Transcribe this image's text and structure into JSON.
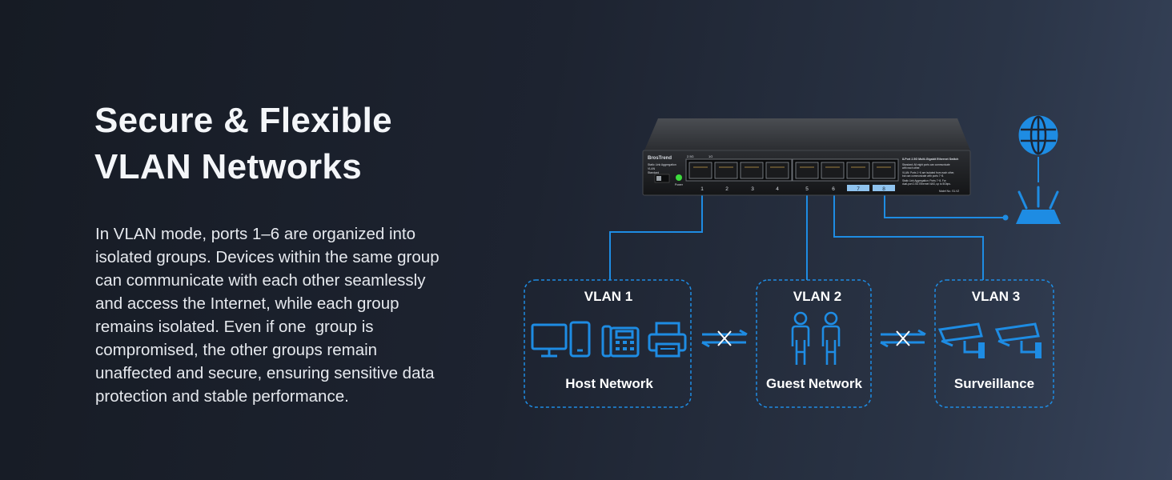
{
  "heading": {
    "line1": "Secure & Flexible",
    "line2": "VLAN Networks"
  },
  "description": "In VLAN mode, ports 1–6 are organized into isolated groups. Devices within the same group can communicate with each other seamlessly and access the Internet, while each group remains isolated. Even if one  group is compromised, the other groups remain unaffected and secure, ensuring sensitive data protection and stable performance.",
  "switch": {
    "brand": "BrosTrend",
    "mode_labels": [
      "Static Link Aggregation",
      "VLAN",
      "Standard"
    ],
    "power_label": "Power",
    "speed_labels": [
      "2.5G",
      "1G"
    ],
    "product_title": "8-Port 2.5G Multi-Gigabit Ethernet Switch",
    "info_lines": [
      "Standard: All eight ports can communicate",
      "with each other.",
      "VLAN: Ports 1~6 are isolated from each other,",
      "but can communicate with ports 7~8.",
      "Static Link Aggregation: Ports 7~8, For",
      "dual-port 2.5G Ethernet NAS, up to 5Gbps."
    ],
    "model": "Model No.: S1-V2",
    "ports": [
      "1",
      "2",
      "3",
      "4",
      "5",
      "6",
      "7",
      "8"
    ]
  },
  "vlans": [
    {
      "title": "VLAN 1",
      "name": "Host Network"
    },
    {
      "title": "VLAN 2",
      "name": "Guest Network"
    },
    {
      "title": "VLAN 3",
      "name": "Surveillance"
    }
  ],
  "icons": [
    "monitor-icon",
    "tablet-icon",
    "phone-icon",
    "printer-icon",
    "person-icon",
    "camera-icon",
    "globe-icon",
    "router-icon",
    "blocked-icon"
  ],
  "colors": {
    "accent": "#1e8ce3",
    "background": "#1d2330",
    "text": "#ffffff"
  }
}
